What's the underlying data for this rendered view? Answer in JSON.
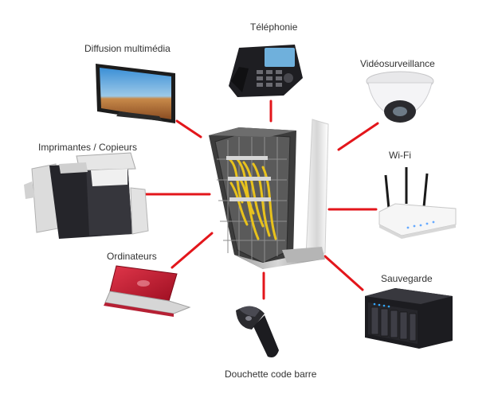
{
  "diagram": {
    "center": {
      "name": "network-rack"
    },
    "devices": [
      {
        "id": "multimedia",
        "label": "Diffusion multimédia"
      },
      {
        "id": "telephony",
        "label": "Téléphonie"
      },
      {
        "id": "surveillance",
        "label": "Vidéosurveillance"
      },
      {
        "id": "printers",
        "label": "Imprimantes / Copieurs"
      },
      {
        "id": "wifi",
        "label": "Wi-Fi"
      },
      {
        "id": "computers",
        "label": "Ordinateurs"
      },
      {
        "id": "backup",
        "label": "Sauvegarde"
      },
      {
        "id": "scanner",
        "label": "Douchette code barre"
      }
    ]
  },
  "colors": {
    "connector": "#e3161b",
    "label_text": "#333333",
    "laptop_red": "#c8102e",
    "device_dark": "#1e1e22",
    "cable_yellow": "#e8c21c"
  }
}
